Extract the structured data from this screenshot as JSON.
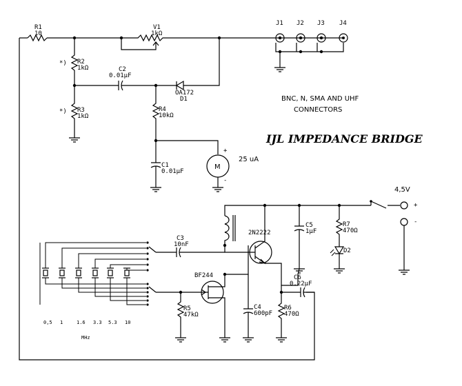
{
  "title": "IJL IMPEDANCE BRIDGE",
  "connectors_note": [
    "BNC, N, SMA AND UHF",
    "CONNECTORS"
  ],
  "meter_label": "M",
  "meter_range": "25 uA",
  "supply_voltage": "4,5V",
  "supply_plus": "+",
  "supply_minus": "-",
  "meter_plus": "+",
  "meter_minus": "-",
  "jacks": [
    "J1",
    "J2",
    "J3",
    "J4"
  ],
  "components": {
    "R1": {
      "ref": "R1",
      "value": "10"
    },
    "V1": {
      "ref": "V1",
      "value": "1kΩ"
    },
    "R2": {
      "ref": "R2",
      "value": "1kΩ",
      "mark": "*)"
    },
    "R3": {
      "ref": "R3",
      "value": "1kΩ",
      "mark": "*)"
    },
    "C2": {
      "ref": "C2",
      "value": "0.01μF"
    },
    "D1": {
      "ref": "D1",
      "value": "OA172"
    },
    "R4": {
      "ref": "R4",
      "value": "10kΩ"
    },
    "C1": {
      "ref": "C1",
      "value": "0.01μF"
    },
    "C3": {
      "ref": "C3",
      "value": "10nF"
    },
    "C5": {
      "ref": "C5",
      "value": "1μF"
    },
    "R7": {
      "ref": "R7",
      "value": "470Ω"
    },
    "D2": {
      "ref": "D2",
      "value": ""
    },
    "Q1": {
      "ref": "",
      "value": "2N2222"
    },
    "Q2": {
      "ref": "",
      "value": "BF244"
    },
    "C6": {
      "ref": "C6",
      "value": "0.22μF"
    },
    "R5": {
      "ref": "R5",
      "value": "47kΩ"
    },
    "C4": {
      "ref": "C4",
      "value": "600pF"
    },
    "R6": {
      "ref": "R6",
      "value": "470Ω"
    }
  },
  "crystal_freqs": [
    "0,5",
    "1",
    "1.6",
    "3.3",
    "5.3",
    "10"
  ],
  "freq_unit": "MHz"
}
